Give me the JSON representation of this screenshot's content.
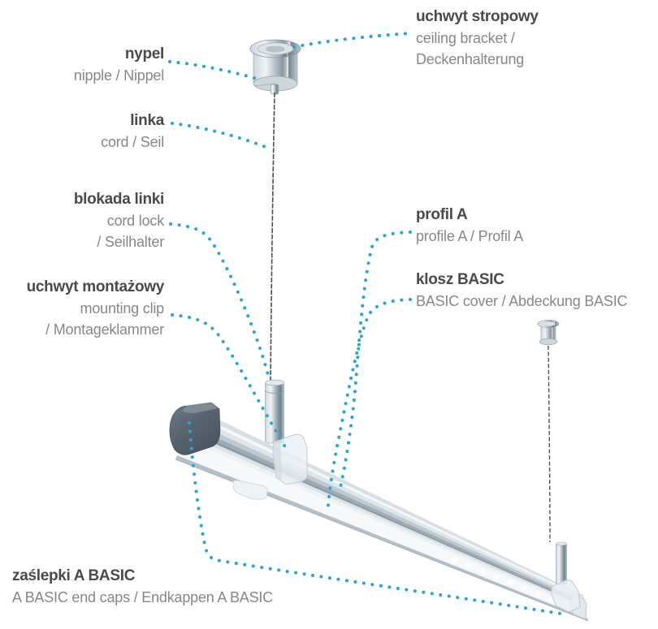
{
  "colors": {
    "accent": "#2aa7cb",
    "term_text": "#4a4a49",
    "translation_text": "#878787"
  },
  "labels": [
    {
      "id": "ceiling-bracket",
      "term": "uchwyt stropowy",
      "translation": "ceiling bracket /\nDeckenhalterung"
    },
    {
      "id": "nipple",
      "term": "nypel",
      "translation": "nipple / Nippel"
    },
    {
      "id": "cord",
      "term": "linka",
      "translation": "cord / Seil"
    },
    {
      "id": "cord-lock",
      "term": "blokada linki",
      "translation": "cord lock\n/ Seilhalter"
    },
    {
      "id": "mounting-clip",
      "term": "uchwyt montażowy",
      "translation": "mounting clip\n/ Montageklammer"
    },
    {
      "id": "profile-a",
      "term": "profil A",
      "translation": "profile A / Profil A"
    },
    {
      "id": "basic-cover",
      "term": "klosz BASIC",
      "translation": "BASIC cover / Abdeckung BASIC"
    },
    {
      "id": "end-caps",
      "term": "zaślepki A BASIC",
      "translation": "A BASIC end caps / Endkappen A BASIC"
    }
  ]
}
